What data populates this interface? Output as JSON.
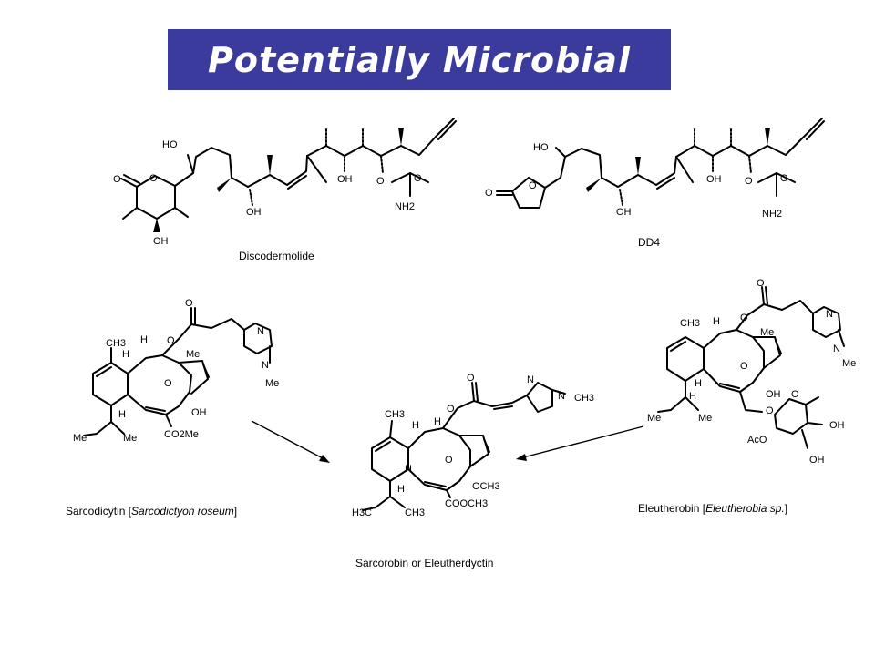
{
  "slide": {
    "title": "Potentially Microbial"
  },
  "molecules": {
    "discodermolide": {
      "name": "Discodermolide"
    },
    "dd4": {
      "name": "DD4"
    },
    "sarcodicytin": {
      "name": "Sarcodicytin",
      "source": "Sarcodictyon roseum"
    },
    "eleutherobin": {
      "name": "Eleutherobin",
      "source": "Eleutherobia sp."
    },
    "sarcorobin": {
      "name": "Sarcorobin or Eleutherdyctin"
    }
  },
  "atom_labels": {
    "ho": "HO",
    "oh": "OH",
    "o": "O",
    "nh2": "NH2",
    "h": "H",
    "me": "Me",
    "n": "N",
    "ch3": "CH3",
    "co2me": "CO2Me",
    "cooch3": "COOCH3",
    "och3": "OCH3",
    "h3c": "H3C",
    "aco": "AcO"
  },
  "colors": {
    "title_background": "#3b3b9e",
    "title_text": "#ffffff",
    "ink": "#000000"
  }
}
